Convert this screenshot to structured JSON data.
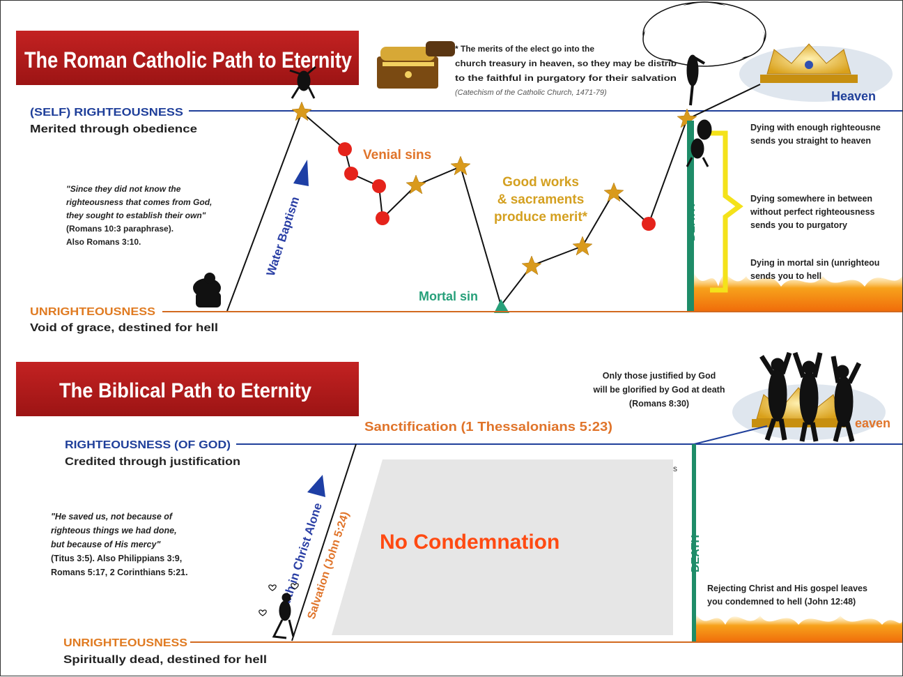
{
  "colors": {
    "title_bar": "#b01c1c",
    "title_text": "#ffffff",
    "righteousness_line": "#1f3f9a",
    "unrighteousness_line": "#d2691e",
    "unrighteousness_label": "#e07b22",
    "red_dot": "#e5231b",
    "star": "#d99a1c",
    "death_bar": "#1e8c68",
    "mortal_sin": "#27a07a",
    "blue_label": "#2a3fa5",
    "orange_label": "#e0742a",
    "good_works": "#d4a020",
    "no_condemnation": "#ff4a12",
    "panel_gray": "#e6e6e6",
    "flame": "#f08a14",
    "brace": "#f4e21a"
  },
  "top": {
    "title": "The Roman Catholic Path to Eternity",
    "quote_line1": "* The merits of the elect go into the",
    "quote_line2": "church treasury in heaven, so they may be distrib",
    "quote_line3": "to the faithful in purgatory for their salvation",
    "quote_source": "(Catechism of the Catholic Church, 1471-79)",
    "heaven": "Heaven",
    "righteousness_label": "(SELF) RIGHTEOUSNESS",
    "righteousness_sub": "Merited through obedience",
    "side_quote_1": "\"Since they did not know the",
    "side_quote_2": "righteousness that comes from God,",
    "side_quote_3": "they sought to establish their own\"",
    "side_quote_4": "(Romans 10:3 paraphrase).",
    "side_quote_5": "Also Romans 3:10.",
    "water_baptism": "Water Baptism",
    "venial_sins": "Venial sins",
    "good_works_1": "Good works",
    "good_works_2": "& sacraments",
    "good_works_3": "produce merit*",
    "mortal_sin": "Mortal sin",
    "death": "DEATH",
    "outcome_1a": "Dying with enough righteousne",
    "outcome_1b": "sends you straight to heaven",
    "outcome_2a": "Dying  somewhere in between",
    "outcome_2b": "without perfect righteousness",
    "outcome_2c": "sends you to purgatory",
    "outcome_3a": "Dying in mortal sin (unrighteou",
    "outcome_3b": "sends you to hell",
    "unrighteousness_label": "UNRIGHTEOUSNESS",
    "unrighteousness_sub": "Void of grace, destined for hell"
  },
  "bottom": {
    "title": "The Biblical Path to Eternity",
    "glorified_1": "Only those justified by God",
    "glorified_2": "will be glorified by God at death",
    "glorified_3": "(Romans 8:30)",
    "heaven": "eaven",
    "sanctification": "Sanctification (1 Thessalonians 5:23)",
    "righteousness_label": "RIGHTEOUSNESS (OF GOD)",
    "righteousness_sub": "Credited through justification",
    "side_quote_1": "\"He saved us, not because of",
    "side_quote_2": "righteous things we had done,",
    "side_quote_3": "but because of His mercy\"",
    "side_quote_4": "(Titus 3:5). Also Philippians 3:9,",
    "side_quote_5": "Romans 5:17, 2 Corinthians 5:21.",
    "faith": "Faith in Christ Alone",
    "salvation": "Salvation (John 5:24)",
    "no_condemnation": "No Condemnation",
    "stray_s": "s",
    "death": "DEATH",
    "rejecting_1": "Rejecting Christ and His gospel leaves",
    "rejecting_2": "you condemned to hell (John 12:48)",
    "unrighteousness_label": "UNRIGHTEOUSNESS",
    "unrighteousness_sub": "Spiritually dead, destined for hell"
  }
}
